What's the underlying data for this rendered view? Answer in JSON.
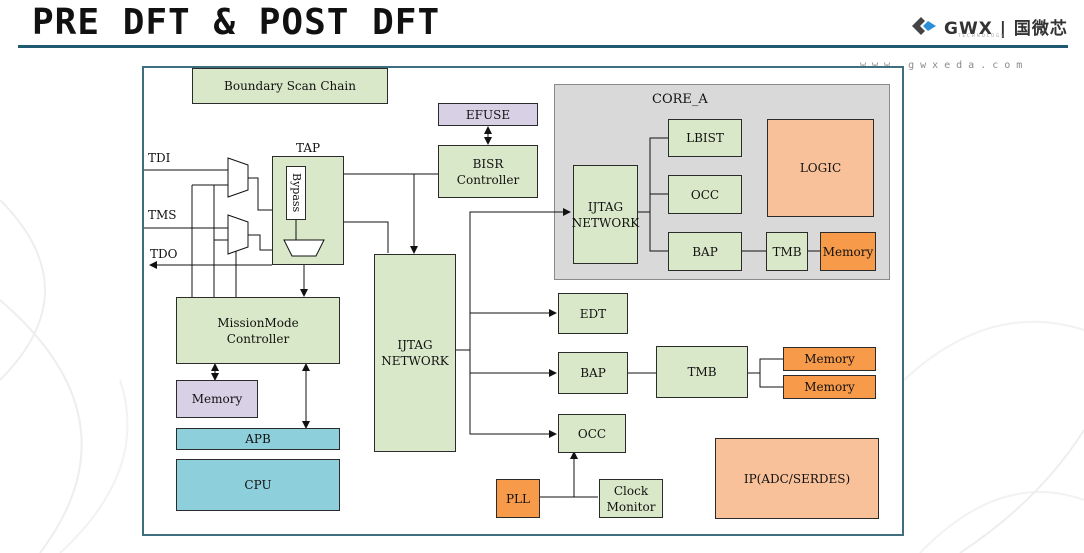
{
  "slide": {
    "title": "PRE DFT & POST DFT",
    "logo_text": "GWX | 国微芯",
    "logo_sub": "TECHNOLOGY",
    "website": "www.gwxeda.com"
  },
  "diagram": {
    "boundary_scan_chain": "Boundary Scan Chain",
    "efuse": "EFUSE",
    "bisr_controller": "BISR\nController",
    "tap_label": "TAP",
    "bypass": "Bypass",
    "tdi": "TDI",
    "tms": "TMS",
    "tdo": "TDO",
    "missionmode_controller": "MissionMode\nController",
    "memory_left": "Memory",
    "apb": "APB",
    "cpu": "CPU",
    "ijtag_main": "IJTAG\nNETWORK",
    "core_a_label": "CORE_A",
    "core_ijtag": "IJTAG\nNETWORK",
    "core_lbist": "LBIST",
    "core_occ": "OCC",
    "core_bap": "BAP",
    "core_tmb": "TMB",
    "core_memory": "Memory",
    "core_logic": "LOGIC",
    "edt": "EDT",
    "bap": "BAP",
    "tmb": "TMB",
    "memory_1": "Memory",
    "memory_2": "Memory",
    "occ": "OCC",
    "pll": "PLL",
    "clock_monitor": "Clock\nMonitor",
    "ip": "IP(ADC/SERDES)"
  },
  "colors": {
    "green_block": "#d9e8c8",
    "orange_block": "#f79a4a",
    "peach_block": "#f8c19a",
    "blue_block": "#8ecfdc",
    "purple_block": "#d8d1e6",
    "core_area": "#d9d9d9",
    "title_rule": "#1f5a70"
  },
  "icons": [
    "gwx-logo-icon"
  ]
}
